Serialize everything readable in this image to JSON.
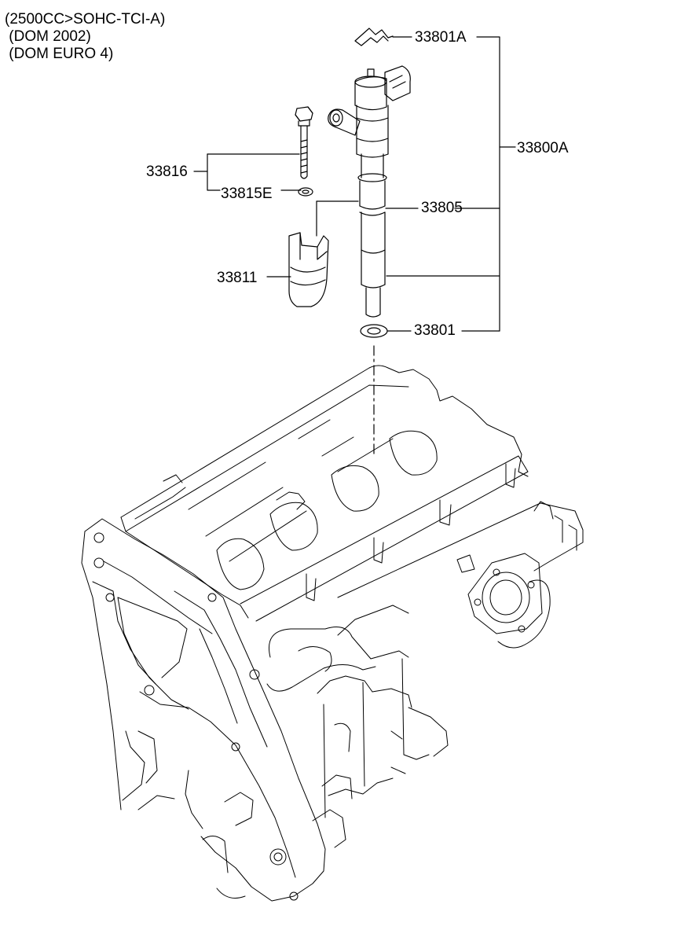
{
  "header": {
    "line1": "(2500CC>SOHC-TCI-A)",
    "line2": " (DOM 2002)",
    "line3": " (DOM EURO 4)"
  },
  "callouts": {
    "clip": "33801A",
    "injector_assy": "33800A",
    "bolt": "33816",
    "washer_bolt": "33815E",
    "nozzle_holder": "33805",
    "clamp": "33811",
    "seal_washer": "33801"
  }
}
